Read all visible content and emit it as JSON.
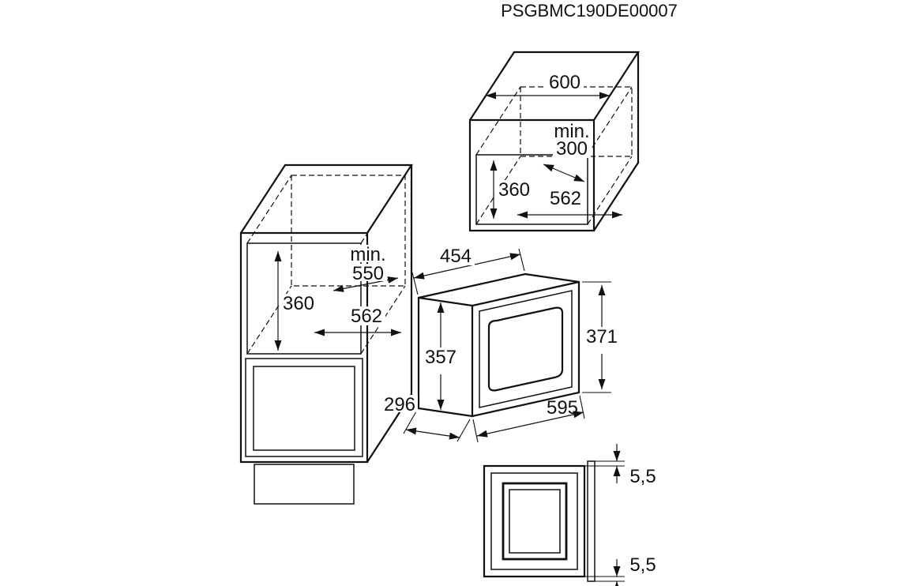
{
  "title": "PSGBMC190DE00007",
  "colors": {
    "line": "#111111",
    "background": "#ffffff"
  },
  "wall_cabinet": {
    "width": "600",
    "depth_min_label": "min.",
    "depth_min_value": "300",
    "niche_height": "360",
    "niche_width": "562"
  },
  "tall_cabinet": {
    "depth_min_label": "min.",
    "depth_min_value": "550",
    "niche_height": "360",
    "niche_width": "562"
  },
  "microwave": {
    "top_width": "454",
    "side_height": "357",
    "front_height": "371",
    "depth": "296",
    "front_width": "595"
  },
  "mounting_detail": {
    "top_gap": "5,5",
    "bottom_gap": "5,5"
  }
}
